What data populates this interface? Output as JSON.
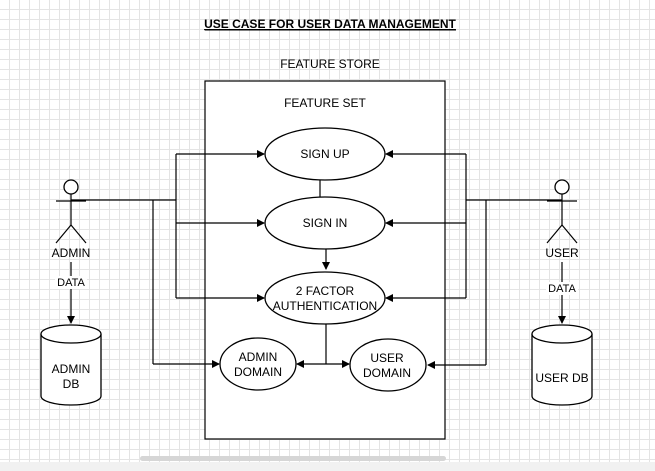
{
  "diagram": {
    "title": "USE CASE FOR USER DATA MANAGEMENT",
    "system_label": "FEATURE STORE",
    "group_label": "FEATURE SET",
    "use_cases": {
      "sign_up": "SIGN UP",
      "sign_in": "SIGN IN",
      "two_factor_line1": "2 FACTOR",
      "two_factor_line2": "AUTHENTICATION",
      "admin_domain_line1": "ADMIN",
      "admin_domain_line2": "DOMAIN",
      "user_domain_line1": "USER",
      "user_domain_line2": "DOMAIN"
    },
    "actors": {
      "admin": "ADMIN",
      "user": "USER"
    },
    "edge_labels": {
      "admin_data": "DATA",
      "user_data": "DATA"
    },
    "databases": {
      "admin_db_line1": "ADMIN",
      "admin_db_line2": "DB",
      "user_db": "USER DB"
    }
  }
}
